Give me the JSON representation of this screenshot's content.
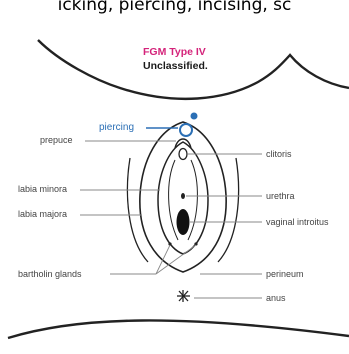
{
  "header_text": "icking, piercing, incising, sc",
  "title": "FGM Type IV",
  "subtitle": "Unclassified.",
  "labels": {
    "prepuce": "prepuce",
    "piercing": "piercing",
    "clitoris": "clitoris",
    "labia_minora": "labia minora",
    "urethra": "urethra",
    "labia_majora": "labia majora",
    "vaginal_introitus": "vaginal introitus",
    "bartholin_glands": "bartholin glands",
    "perineum": "perineum",
    "anus": "anus"
  },
  "colors": {
    "title": "#d4237a",
    "highlight": "#2b6fb5",
    "line": "#222222",
    "leader": "#888888"
  }
}
